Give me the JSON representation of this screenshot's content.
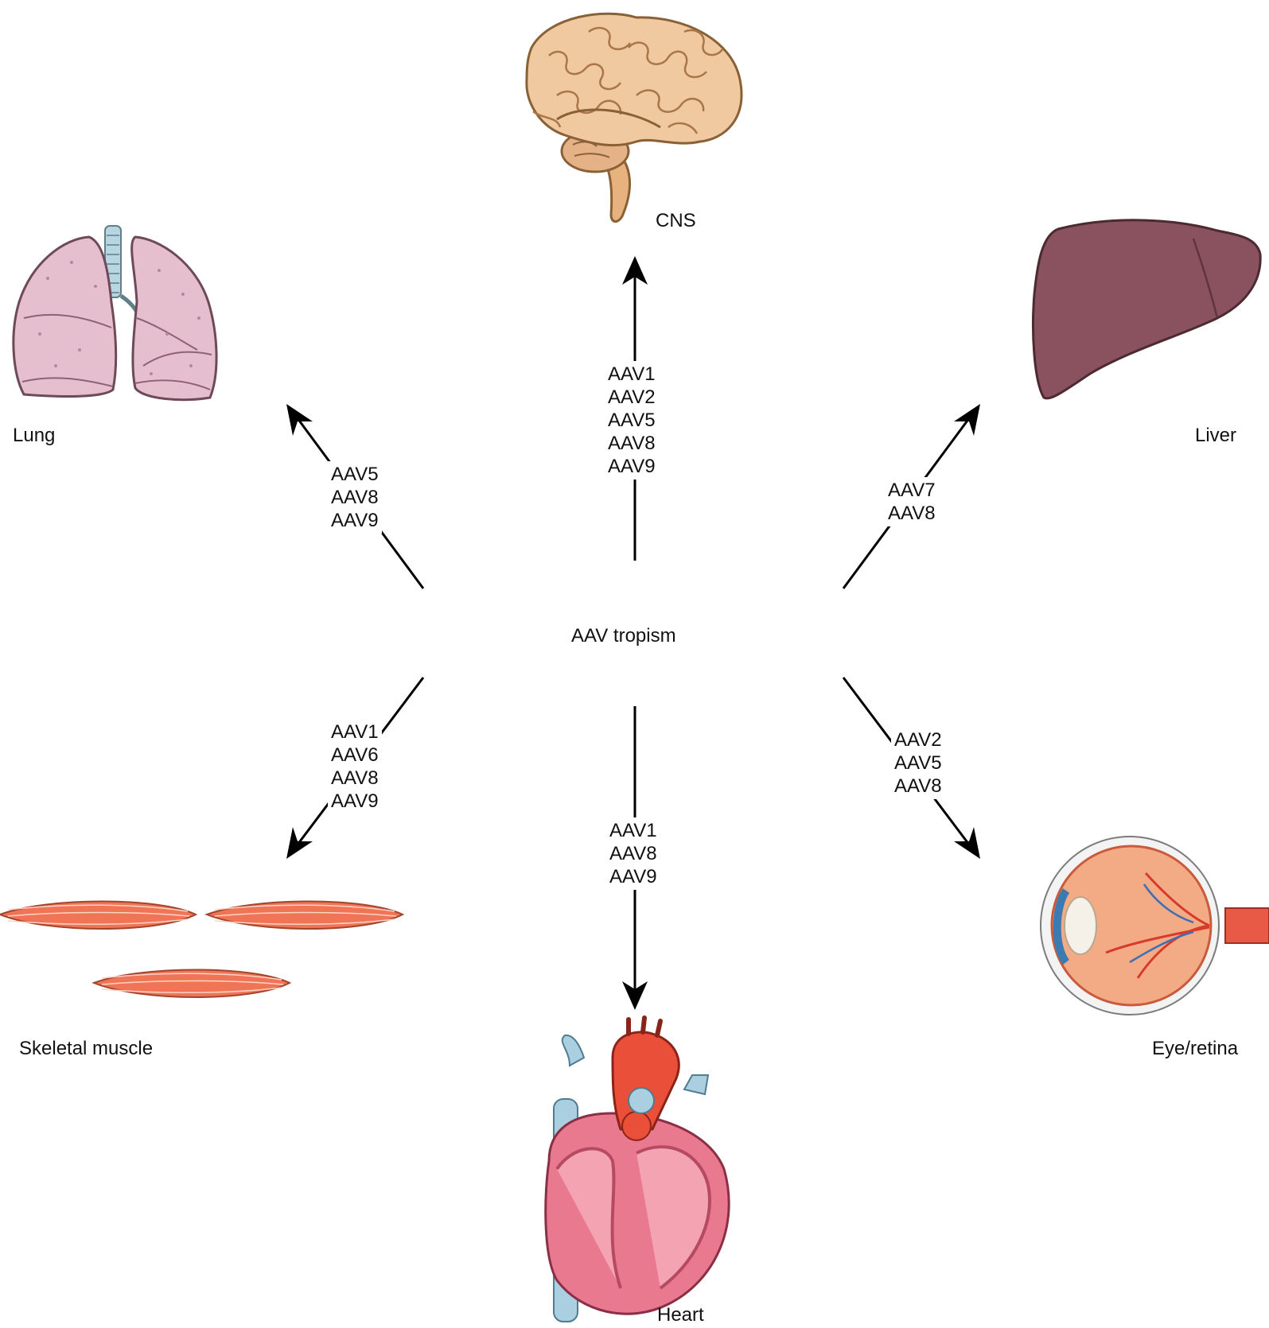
{
  "center": {
    "label": "AAV tropism"
  },
  "targets": {
    "cns": {
      "label": "CNS",
      "serotypes": [
        "AAV1",
        "AAV2",
        "AAV5",
        "AAV8",
        "AAV9"
      ]
    },
    "lung": {
      "label": "Lung",
      "serotypes": [
        "AAV5",
        "AAV8",
        "AAV9"
      ]
    },
    "liver": {
      "label": "Liver",
      "serotypes": [
        "AAV7",
        "AAV8"
      ]
    },
    "skeletal_muscle": {
      "label": "Skeletal muscle",
      "serotypes": [
        "AAV1",
        "AAV6",
        "AAV8",
        "AAV9"
      ]
    },
    "heart": {
      "label": "Heart",
      "serotypes": [
        "AAV1",
        "AAV8",
        "AAV9"
      ]
    },
    "eye": {
      "label": "Eye/retina",
      "serotypes": [
        "AAV2",
        "AAV5",
        "AAV8"
      ]
    }
  },
  "icons": [
    "brain-icon",
    "lung-icon",
    "liver-icon",
    "skeletal-muscle-icon",
    "heart-icon",
    "eye-icon"
  ],
  "colors": {
    "arrow": "#000000",
    "brain": "#f1c9a0",
    "lung": "#e6bfcf",
    "liver": "#8a525e",
    "muscle": "#f07556",
    "heart": "#e9798e",
    "eye": "#f3ab86"
  }
}
